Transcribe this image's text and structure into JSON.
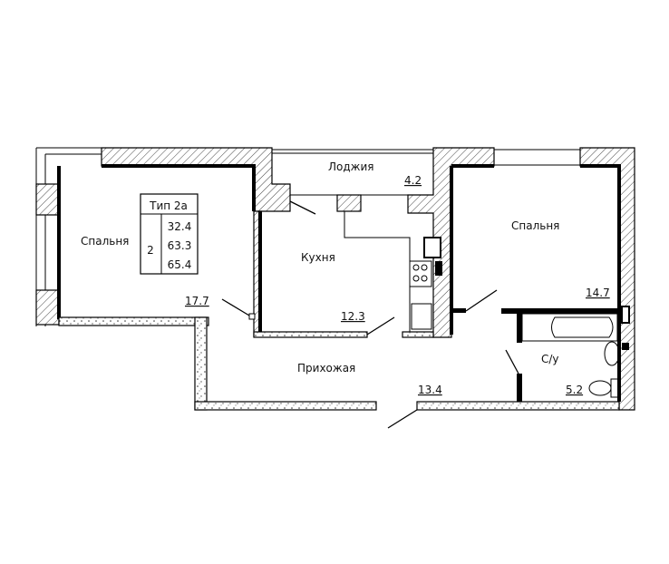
{
  "plan": {
    "type_box": {
      "title": "Тип 2а",
      "rooms": "2",
      "areas": [
        "32.4",
        "63.3",
        "65.4"
      ]
    },
    "rooms": [
      {
        "name": "Спальня",
        "area": "17.7"
      },
      {
        "name": "Кухня",
        "area": "12.3"
      },
      {
        "name": "Лоджия",
        "area": "4.2"
      },
      {
        "name": "Спальня",
        "area": "14.7"
      },
      {
        "name": "Прихожая",
        "area": "13.4"
      },
      {
        "name": "С/у",
        "area": "5.2"
      }
    ]
  }
}
